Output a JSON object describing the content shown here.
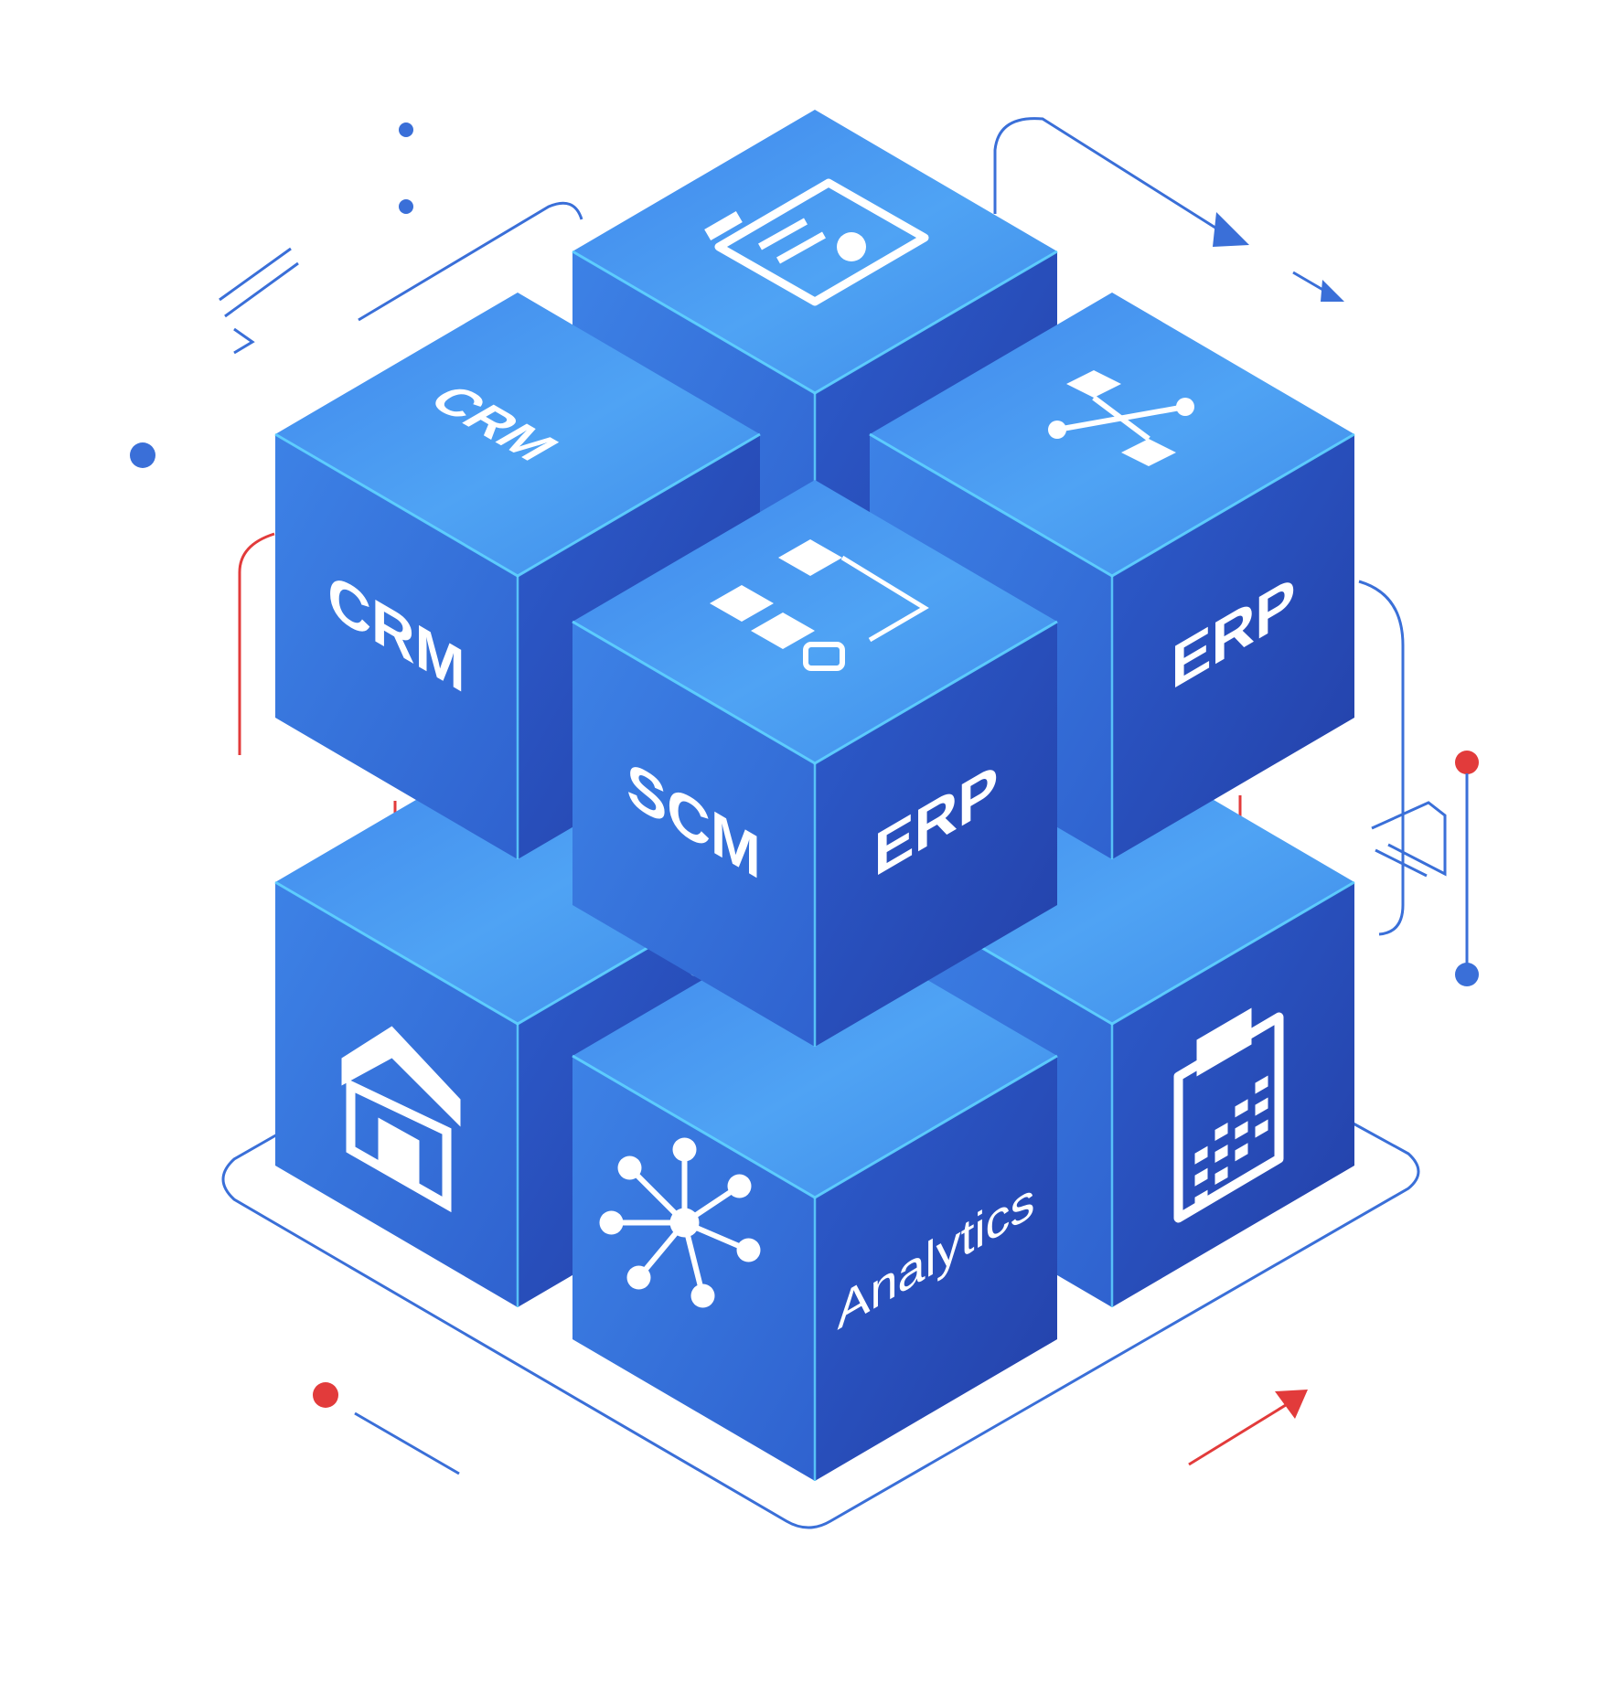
{
  "diagram": {
    "modules": {
      "top_back": {
        "label_top": "",
        "label_left": "",
        "label_right": "",
        "icon": "report-clipboard-icon"
      },
      "top_left": {
        "label_top": "CRM",
        "label_left": "CRM",
        "label_right": "",
        "icon": ""
      },
      "top_right": {
        "label_top": "",
        "label_left": "",
        "label_right": "ERP",
        "icon": "workflow-diagram-icon"
      },
      "top_center": {
        "label_top": "",
        "label_left": "SCM",
        "label_right": "ERP",
        "icon": "process-flow-icon"
      },
      "bottom_left": {
        "label_left": "",
        "icon": "warehouse-icon"
      },
      "bottom_right": {
        "label_right": "",
        "icon": "payment-terminal-icon"
      },
      "bottom_center": {
        "label_left": "",
        "label_right": "Analytics",
        "icon": "network-hub-icon"
      }
    },
    "colors": {
      "cube_top": "#4a9bf2",
      "cube_left": "#3a78e0",
      "cube_right": "#2a4fbf",
      "edge_glow": "#5fd3ff",
      "line_blue": "#3a6fd8",
      "line_red": "#e23b3b"
    }
  }
}
